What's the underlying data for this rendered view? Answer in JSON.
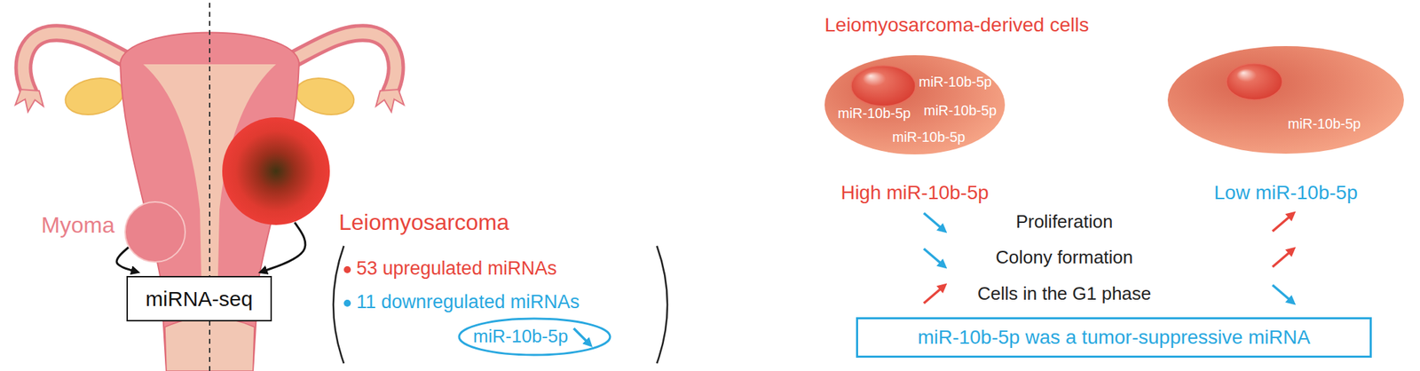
{
  "diagram": {
    "nodes": [
      {
        "text": [
          "Myoma"
        ]
      },
      {
        "text": [
          "Leiomyosarcoma"
        ]
      },
      {
        "text": [
          "miRNA-seq"
        ]
      },
      {
        "text": [
          "miR-10b-5p"
        ]
      },
      {
        "text": [
          "miR-10b-5p",
          "miR-10b-5p",
          "miR-10b-5p",
          "miR-10b-5p"
        ]
      },
      {
        "text": [
          "miR-10b-5p"
        ]
      },
      {
        "text": [
          "miR-10b-5p was a tumor-suppressive miRNA"
        ]
      }
    ],
    "edges": [
      {
        "from": 0,
        "to": 2,
        "arrow": "to"
      },
      {
        "from": 1,
        "to": 2,
        "arrow": "to"
      }
    ],
    "labels": [
      "53 upregulated miRNAs",
      "11 downregulated miRNAs",
      "Leiomyosarcoma-derived cells",
      "High miR-10b-5p",
      "Low miR-10b-5p",
      "Proliferation",
      "Colony formation",
      "Cells in the G1 phase"
    ]
  }
}
